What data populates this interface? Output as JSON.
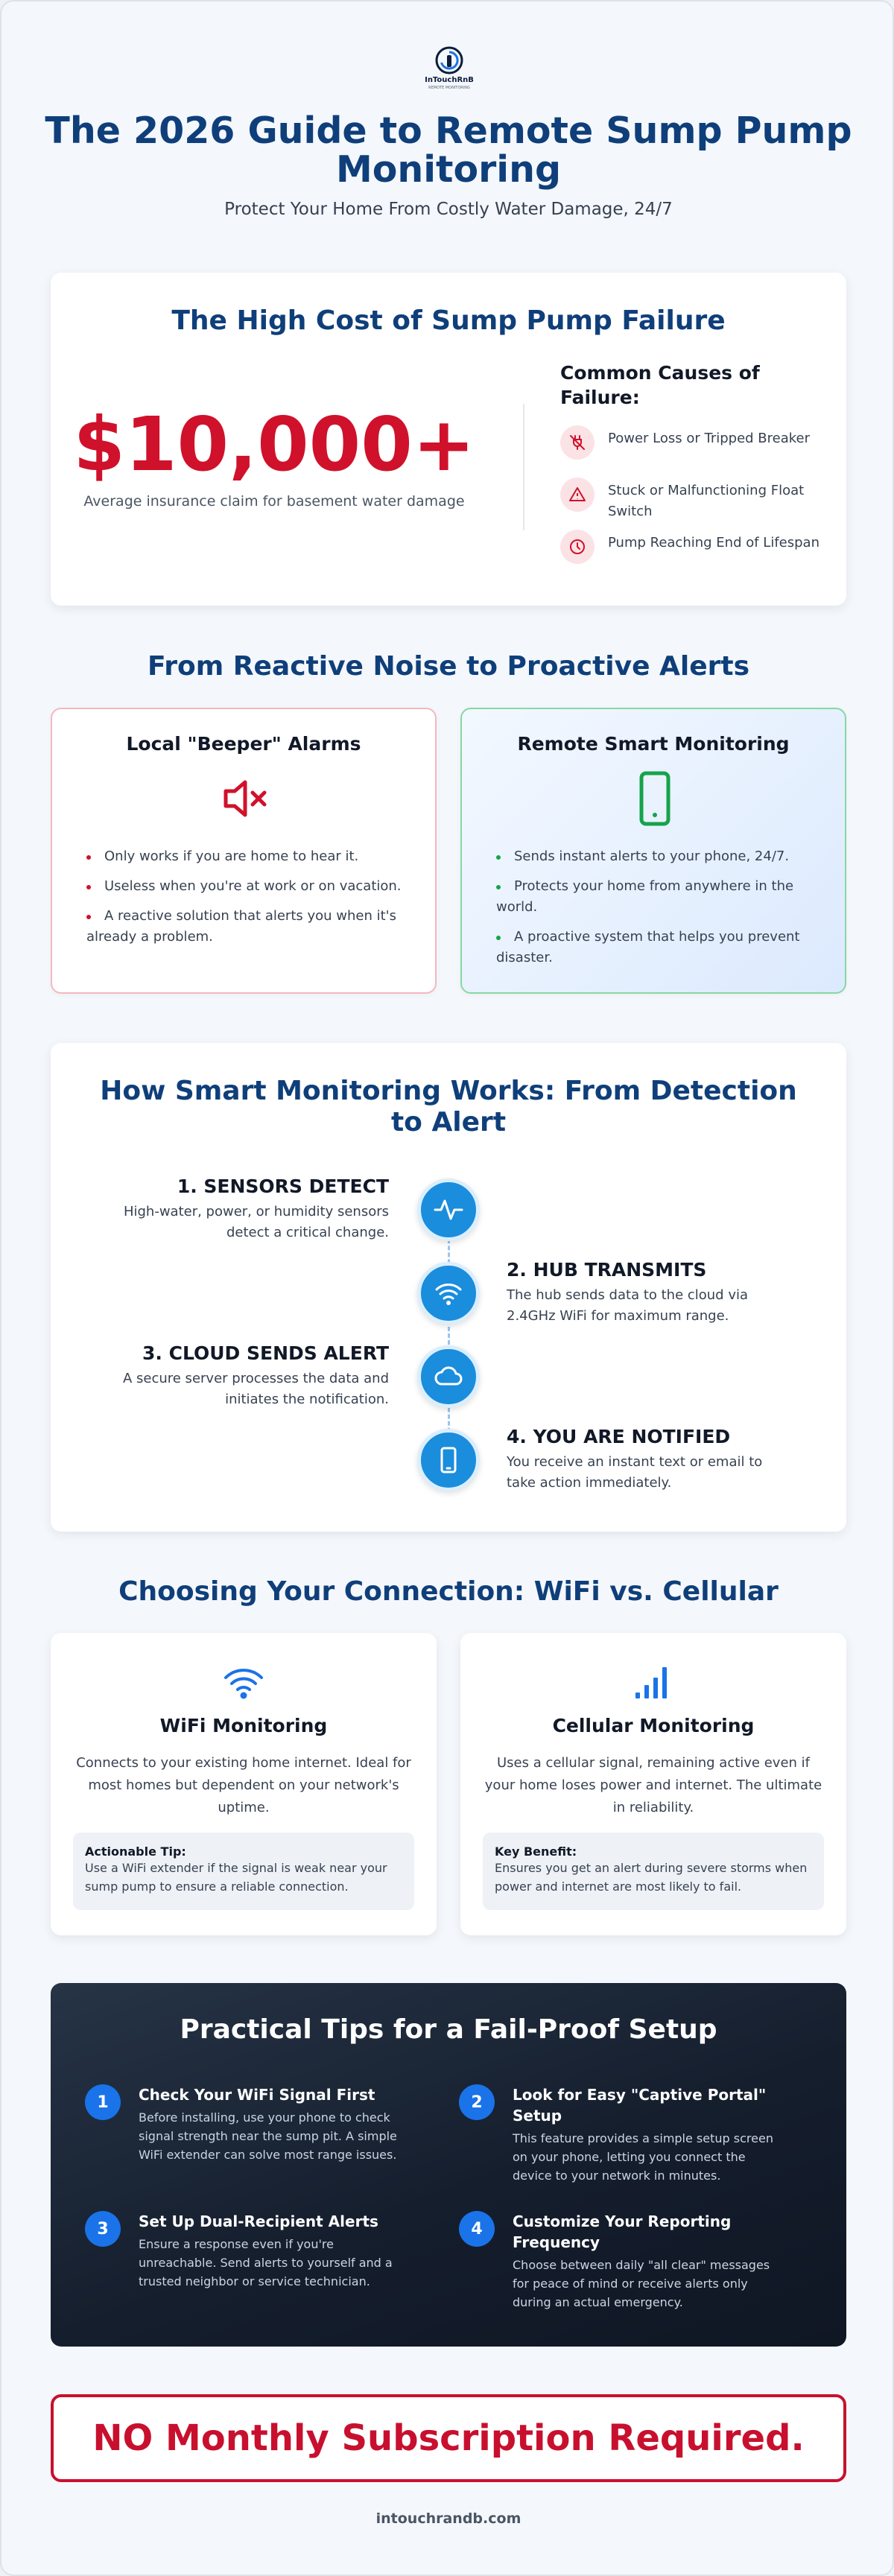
{
  "brand": {
    "name": "InTouchRnB",
    "tagline": "REMOTE MONITORING",
    "url": "intouchrandb.com"
  },
  "header": {
    "title": "The 2026 Guide to Remote Sump Pump Monitoring",
    "subtitle": "Protect Your Home From Costly Water Damage, 24/7"
  },
  "cost": {
    "title": "The High Cost of Sump Pump Failure",
    "figure": "$10,000+",
    "caption": "Average insurance claim for basement water damage",
    "causes_title": "Common Causes of Failure:",
    "causes": [
      {
        "icon": "unplugged-icon",
        "label": "Power Loss or Tripped Breaker"
      },
      {
        "icon": "warning-icon",
        "label": "Stuck or Malfunctioning Float Switch"
      },
      {
        "icon": "clock-icon",
        "label": "Pump Reaching End of Lifespan"
      }
    ]
  },
  "compare": {
    "title": "From Reactive Noise to Proactive Alerts",
    "local": {
      "title": "Local \"Beeper\" Alarms",
      "icon": "muted-speaker-icon",
      "points": [
        "Only works if you are home to hear it.",
        "Useless when you're at work or on vacation.",
        "A reactive solution that alerts you when it's already a problem."
      ]
    },
    "remote": {
      "title": "Remote Smart Monitoring",
      "icon": "smartphone-icon",
      "points": [
        "Sends instant alerts to your phone, 24/7.",
        "Protects your home from anywhere in the world.",
        "A proactive system that helps you prevent disaster."
      ]
    }
  },
  "how": {
    "title": "How Smart Monitoring Works: From Detection to Alert",
    "steps": [
      {
        "title": "1. SENSORS DETECT",
        "desc": "High-water, power, or humidity sensors detect a critical change.",
        "icon": "pulse-icon"
      },
      {
        "title": "2. HUB TRANSMITS",
        "desc": "The hub sends data to the cloud via 2.4GHz WiFi for maximum range.",
        "icon": "wifi-icon"
      },
      {
        "title": "3. CLOUD SENDS ALERT",
        "desc": "A secure server processes the data and initiates the notification.",
        "icon": "cloud-icon"
      },
      {
        "title": "4. YOU ARE NOTIFIED",
        "desc": "You receive an instant text or email to take action immediately.",
        "icon": "phone-icon"
      }
    ]
  },
  "connection": {
    "title": "Choosing Your Connection: WiFi vs. Cellular",
    "wifi": {
      "title": "WiFi Monitoring",
      "desc": "Connects to your existing home internet. Ideal for most homes but dependent on your network's uptime.",
      "tip_label": "Actionable Tip:",
      "tip_text": "Use a WiFi extender if the signal is weak near your sump pump to ensure a reliable connection."
    },
    "cellular": {
      "title": "Cellular Monitoring",
      "desc": "Uses a cellular signal, remaining active even if your home loses power and internet. The ultimate in reliability.",
      "tip_label": "Key Benefit:",
      "tip_text": "Ensures you get an alert during severe storms when power and internet are most likely to fail."
    }
  },
  "tips": {
    "title": "Practical Tips for a Fail-Proof Setup",
    "items": [
      {
        "num": "1",
        "title": "Check Your WiFi Signal First",
        "desc": "Before installing, use your phone to check signal strength near the sump pit. A simple WiFi extender can solve most range issues."
      },
      {
        "num": "2",
        "title": "Look for Easy \"Captive Portal\" Setup",
        "desc": "This feature provides a simple setup screen on your phone, letting you connect the device to your network in minutes."
      },
      {
        "num": "3",
        "title": "Set Up Dual-Recipient Alerts",
        "desc": "Ensure a response even if you're unreachable. Send alerts to yourself and a trusted neighbor or service technician."
      },
      {
        "num": "4",
        "title": "Customize Your Reporting Frequency",
        "desc": "Choose between daily \"all clear\" messages for peace of mind or receive alerts only during an actual emergency."
      }
    ]
  },
  "banner": "NO Monthly Subscription Required.",
  "colors": {
    "brand_blue": "#0f3f7a",
    "alert_red": "#c8102e",
    "step_blue": "#1a8ddd",
    "good_green": "#16a34a"
  }
}
